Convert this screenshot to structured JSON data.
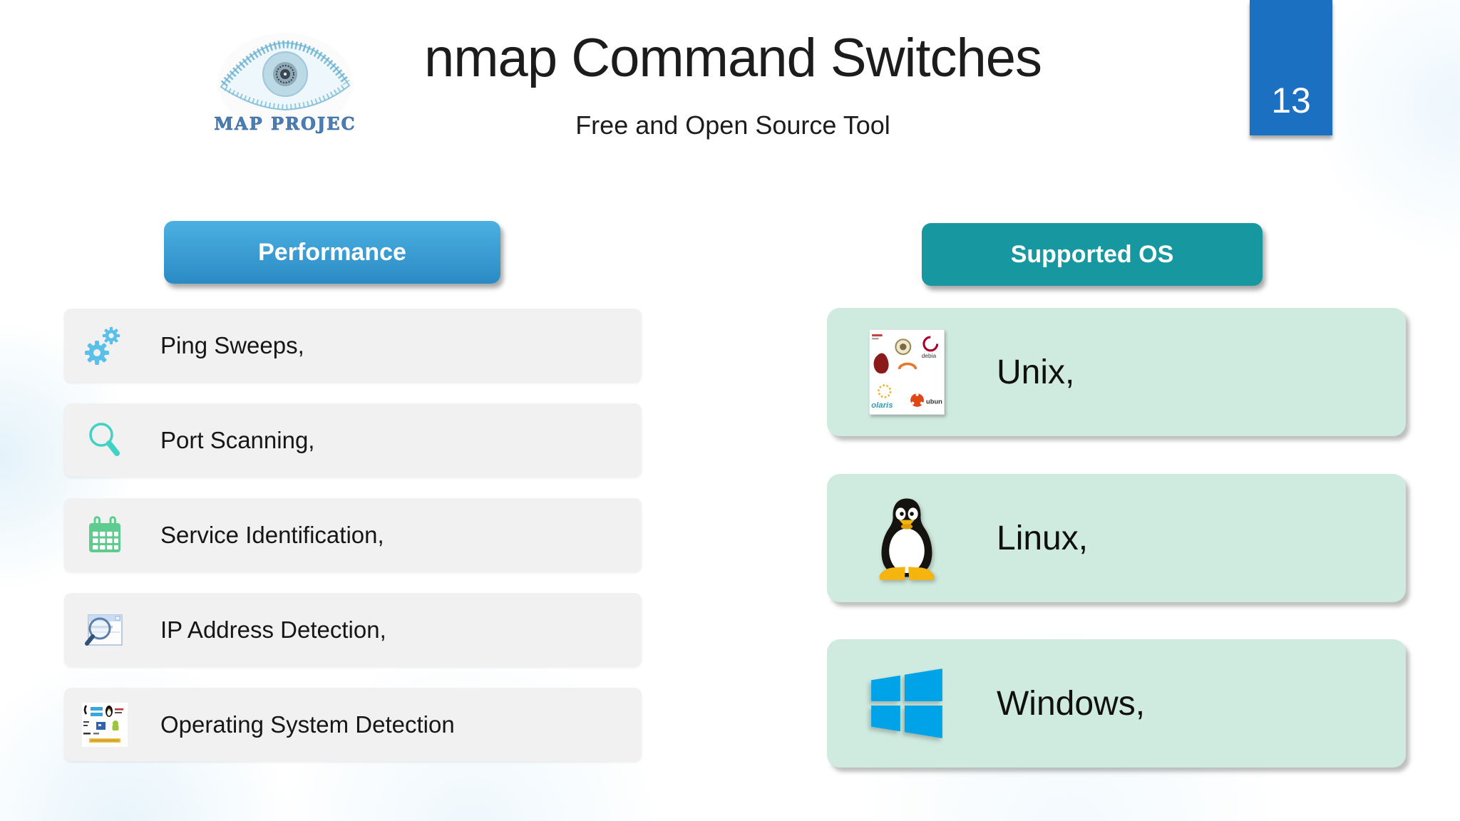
{
  "page": {
    "title": "nmap Command Switches",
    "subtitle": "Free and Open Source Tool",
    "slide_number": "13"
  },
  "logo": {
    "name": "nmap-project-eye-logo",
    "caption": "MAP PROJEC"
  },
  "performance": {
    "header": "Performance",
    "items": [
      {
        "icon": "gears-icon",
        "label": "Ping Sweeps,"
      },
      {
        "icon": "magnifier-icon",
        "label": "Port Scanning,"
      },
      {
        "icon": "calendar-icon",
        "label": "Service Identification,"
      },
      {
        "icon": "window-search-icon",
        "label": "IP Address Detection,"
      },
      {
        "icon": "os-collage-icon",
        "label": "Operating System Detection"
      }
    ]
  },
  "supported_os": {
    "header": "Supported OS",
    "items": [
      {
        "icon": "unix-logos-icon",
        "label": "Unix,",
        "icon_texts": {
          "debian": "debia",
          "solaris": "olaris",
          "ubuntu": "ubun"
        }
      },
      {
        "icon": "tux-penguin-icon",
        "label": "Linux,"
      },
      {
        "icon": "windows-logo-icon",
        "label": "Windows,"
      }
    ]
  },
  "colors": {
    "performance_blue_top": "#4cb0e2",
    "performance_blue_bottom": "#2a8bc4",
    "supported_os_teal": "#17979f",
    "page_number_blue": "#1b70c2",
    "row_gray": "#f1f1f1",
    "card_green": "#cfeadf",
    "windows_blue": "#00a3e8",
    "gear_blue": "#5ac0ea",
    "magnifier_teal": "#40d2c4",
    "calendar_green": "#5ecb8f"
  }
}
